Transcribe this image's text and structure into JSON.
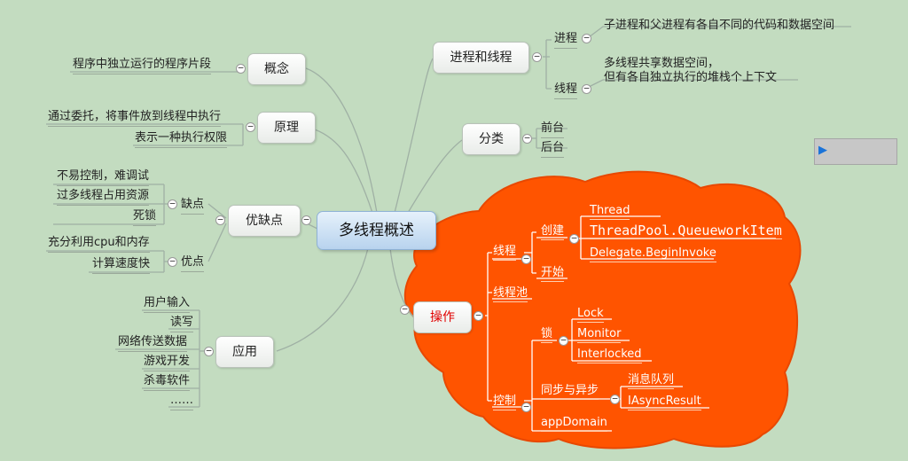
{
  "root": "多线程概述",
  "left": {
    "concept": {
      "label": "概念",
      "items": [
        "程序中独立运行的程序片段"
      ]
    },
    "principle": {
      "label": "原理",
      "items": [
        "通过委托，将事件放到线程中执行",
        "表示一种执行权限"
      ]
    },
    "prosCons": {
      "label": "优缺点",
      "cons": {
        "label": "缺点",
        "items": [
          "不易控制，难调试",
          "过多线程占用资源",
          "死锁"
        ]
      },
      "pros": {
        "label": "优点",
        "items": [
          "充分利用cpu和内存",
          "计算速度快"
        ]
      }
    },
    "apps": {
      "label": "应用",
      "items": [
        "用户输入",
        "读写",
        "网络传送数据",
        "游戏开发",
        "杀毒软件",
        "……"
      ]
    }
  },
  "right": {
    "procThread": {
      "label": "进程和线程",
      "process": {
        "label": "进程",
        "desc": "子进程和父进程有各自不同的代码和数据空间"
      },
      "thread": {
        "label": "线程",
        "desc1": "多线程共享数据空间，",
        "desc2": "但有各自独立执行的堆栈个上下文"
      }
    },
    "category": {
      "label": "分类",
      "items": [
        "前台",
        "后台"
      ]
    },
    "operation": {
      "label": "操作",
      "thread": {
        "label": "线程",
        "create": {
          "label": "创建",
          "items": [
            "Thread",
            "ThreadPool.QueueworkItem",
            "Delegate.BeginInvoke"
          ]
        },
        "start": "开始"
      },
      "pool": "线程池",
      "control": {
        "label": "控制",
        "lock": {
          "label": "锁",
          "items": [
            "Lock",
            "Monitor",
            "Interlocked"
          ]
        },
        "sync": {
          "label": "同步与异步",
          "items": [
            "消息队列",
            "IAsyncResult"
          ]
        },
        "appDomain": "appDomain"
      }
    }
  },
  "colors": {
    "background": "#c3dcc0",
    "cloud": "#ff5400",
    "rootFill": "#cfe2f5"
  }
}
